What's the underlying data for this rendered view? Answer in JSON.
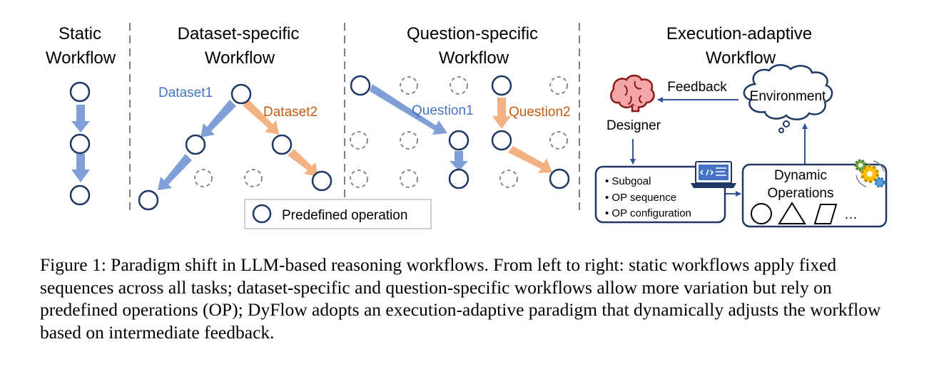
{
  "columns": {
    "static": {
      "line1": "Static",
      "line2": "Workflow"
    },
    "dataset": {
      "line1": "Dataset-specific",
      "line2": "Workflow",
      "label1": "Dataset1",
      "label2": "Dataset2"
    },
    "question": {
      "line1": "Question-specific",
      "line2": "Workflow",
      "label1": "Question1",
      "label2": "Question2"
    },
    "execution": {
      "line1": "Execution-adaptive",
      "line2": "Workflow"
    }
  },
  "legend": {
    "label": "Predefined operation"
  },
  "dyflow": {
    "feedback": "Feedback",
    "environment": "Environment",
    "designer": "Designer",
    "plan_items": [
      "Subgoal",
      "OP sequence",
      "OP configuration"
    ],
    "dynamic_line1": "Dynamic",
    "dynamic_line2": "Operations",
    "ellipsis": "…"
  },
  "colors": {
    "blue": "#7f9fd6",
    "orange": "#f2b283",
    "node": "#1f3864",
    "dataset1_text": "#4472c4",
    "dataset2_text": "#c55a11"
  },
  "caption": "Figure 1: Paradigm shift in LLM-based reasoning workflows. From left to right: static workflows apply fixed sequences across all tasks; dataset-specific and question-specific workflows allow more variation but rely on predefined operations (OP); DyFlow adopts an execution-adaptive paradigm that dynamically adjusts the workflow based on intermediate feedback."
}
